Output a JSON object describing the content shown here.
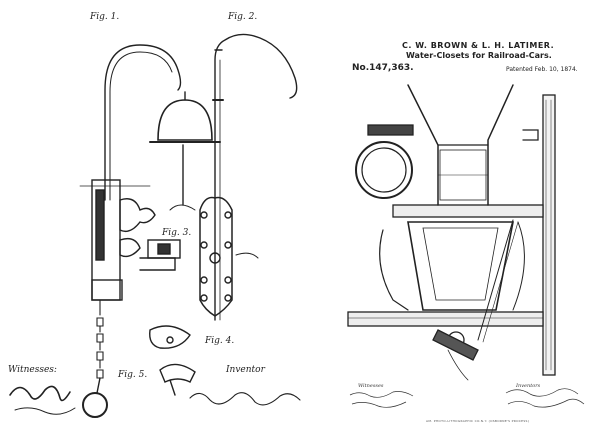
{
  "left_sheet": {
    "figure_labels": [
      "Fig. 1.",
      "Fig. 2.",
      "Fig. 3.",
      "Fig. 4.",
      "Fig. 5."
    ],
    "witnesses_label": "Witnesses:",
    "inventor_label": "Inventor"
  },
  "right_sheet": {
    "names": "C. W. BROWN & L. H. LATIMER.",
    "title": "Water-Closets for Railroad-Cars.",
    "patent_number": "No.147,363.",
    "patented_date": "Patented Feb. 10, 1874.",
    "witnesses_label": "Witnesses",
    "inventors_label": "Inventors",
    "footer_text": "AM. PHOTO-LITHOGRAPHIC CO.N.Y. (OSBORNE'S PROCESS)"
  },
  "colors": {
    "ink": "#222222",
    "paper": "#ffffff"
  }
}
